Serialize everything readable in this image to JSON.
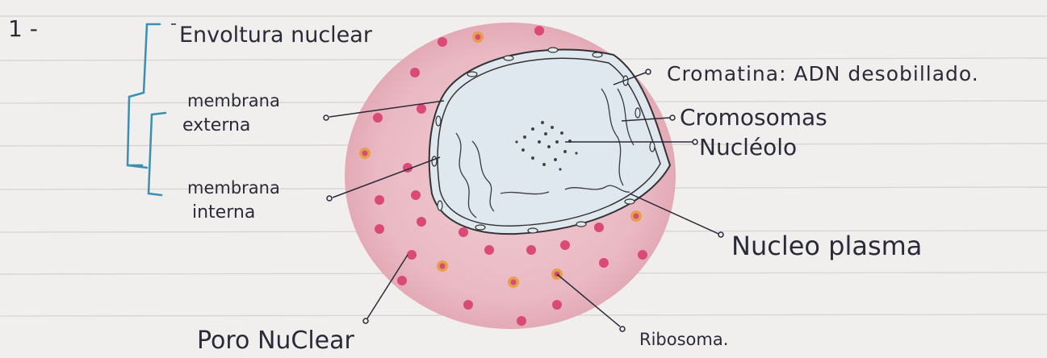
{
  "item_number": "1 -",
  "labels": {
    "envoltura": "Envoltura nuclear",
    "membrana_externa_1": "membrana",
    "membrana_externa_2": "externa",
    "membrana_interna_1": "membrana",
    "membrana_interna_2": "interna",
    "cromatina": "Cromatina: ADN desobillado.",
    "cromosomas": "Cromosomas",
    "nucleolo": "Nucléolo",
    "nucleoplasma": "Nucleo plasma",
    "poro": "Poro NuClear",
    "ribosoma": "Ribosoma."
  },
  "colors": {
    "paper": "#f1efee",
    "rule_line": "#d9d6d6",
    "cytoplasm": "#e9bcc5",
    "nucleus": "#dfe8ee",
    "ribosome_pink": "#d94a78",
    "ribosome_orange": "#e6a04a",
    "bracket": "#3b8fb0",
    "ink": "#2b2b38"
  }
}
